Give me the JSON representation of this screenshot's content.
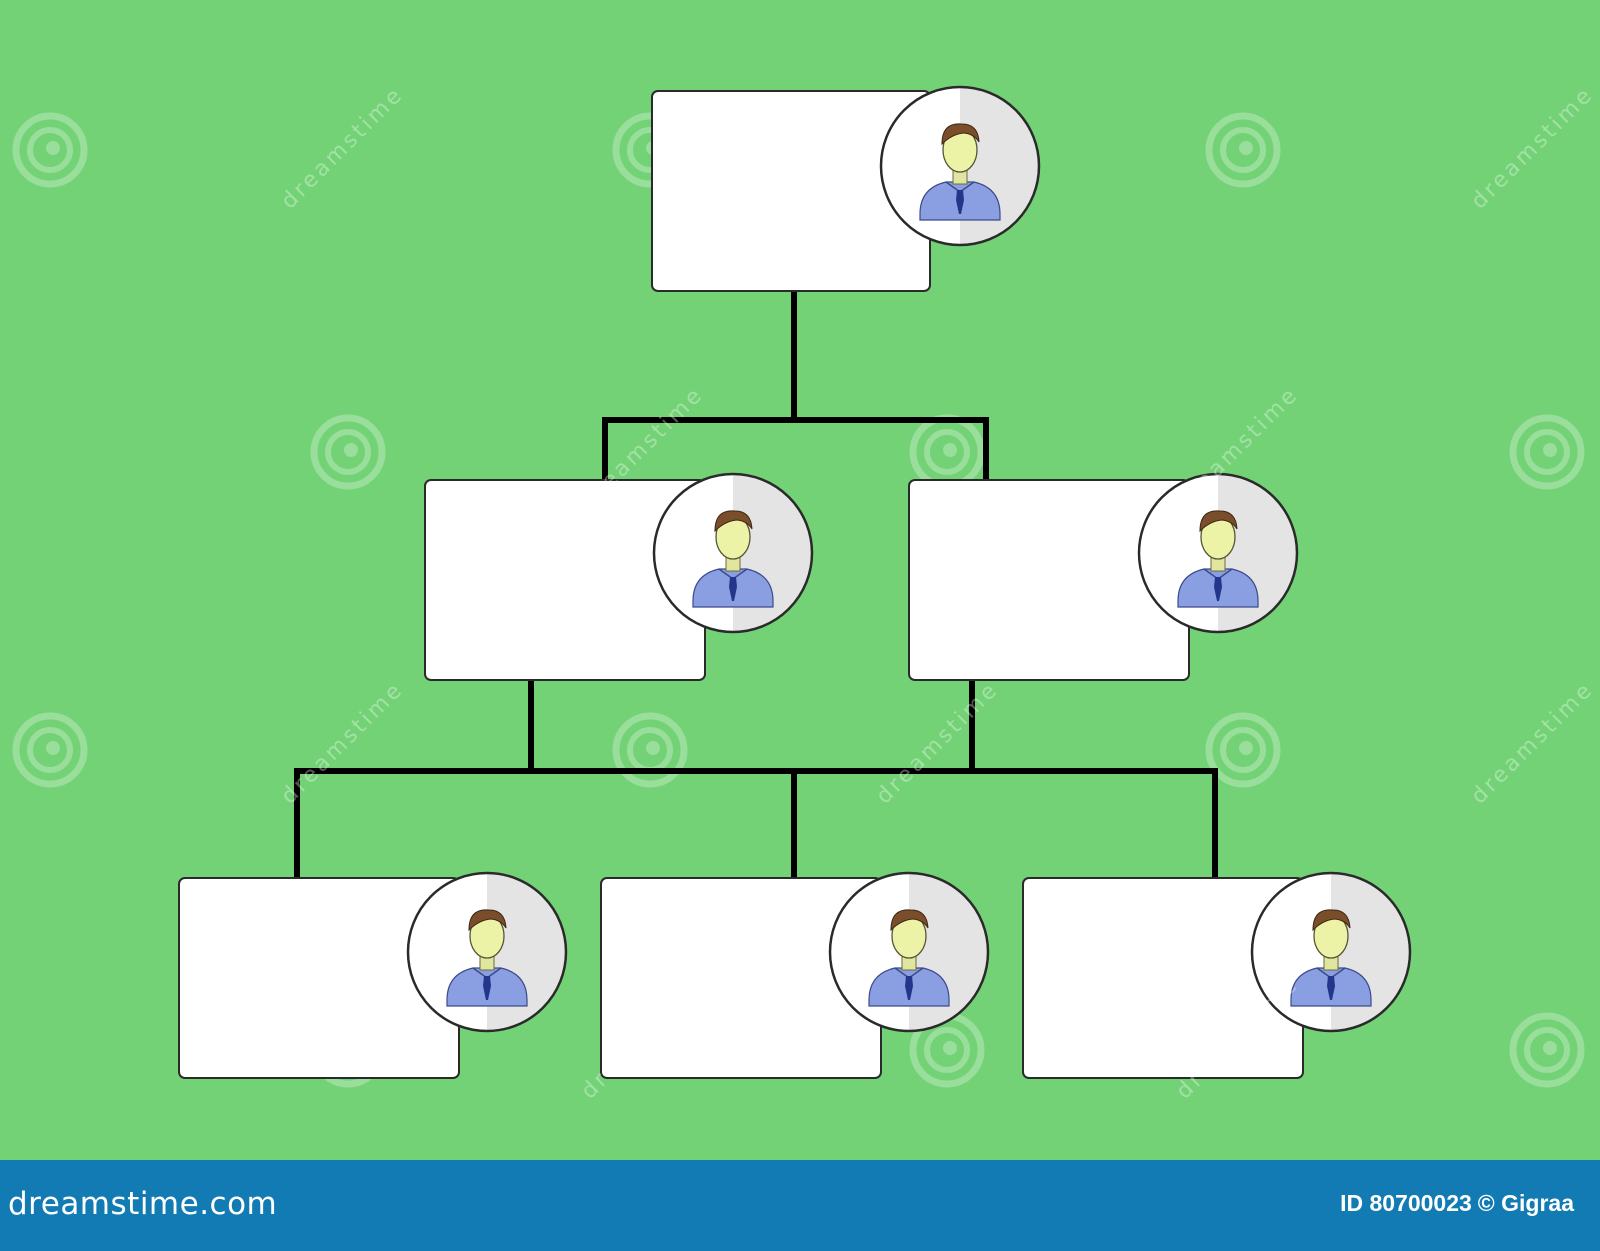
{
  "colors": {
    "background": "#72d275",
    "footer": "#127bb4",
    "connector": "#000000",
    "card_fill": "#ffffff",
    "card_stroke": "#2a2a2a",
    "avatar_shade": "#e4e4e4",
    "shirt": "#8a9ee2",
    "tie": "#22368c",
    "face": "#ecf2a6",
    "hair": "#7a4e2a",
    "watermark": "#ffffff"
  },
  "org_chart": {
    "levels": [
      {
        "level": 1,
        "node_count": 1,
        "avatar_icon": "person-icon"
      },
      {
        "level": 2,
        "node_count": 2,
        "avatar_icon": "person-icon"
      },
      {
        "level": 3,
        "node_count": 3,
        "avatar_icon": "person-icon"
      }
    ]
  },
  "watermark": {
    "logo_icon": "spiral-logo-icon",
    "text": "dreamstime"
  },
  "footer": {
    "brand": "dreamstime.com",
    "id_label": "ID 80700023",
    "author": "© Gigraa"
  }
}
